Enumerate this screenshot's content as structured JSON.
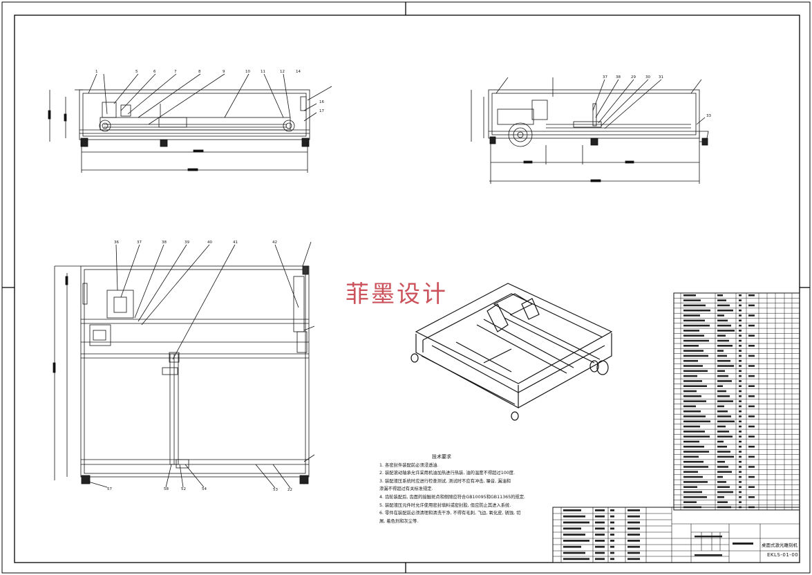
{
  "watermark": {
    "text": "菲墨设计",
    "color": "#c2343f"
  },
  "balloons": {
    "front": [
      "1",
      "5",
      "6",
      "7",
      "8",
      "9",
      "10",
      "11",
      "12",
      "14",
      "16",
      "17"
    ],
    "side": [
      "37",
      "38",
      "29",
      "30",
      "31",
      "33"
    ],
    "plan": [
      "36",
      "37",
      "38",
      "39",
      "40",
      "41",
      "42",
      "57",
      "58",
      "52",
      "54",
      "53",
      "22"
    ]
  },
  "tech_requirements": {
    "heading": "技术要求",
    "lines": [
      "1. 各密封件装配前必须浸透油.",
      "2. 装配滚动轴承允许采用机油加热进行热装, 油的温度不得超过100度.",
      "3. 装配液压系统时应进行检查测试, 测试时不应有冲击, 噪音, 漏油和",
      "渗漏不得超过有关标准规定.",
      "4. 齿轮装配后, 齿面的接触斑点和侧隙应符合GB10095和GB11365的规定.",
      "5. 装配液压元件时允许使用密封填料或密封胶, 但应防止其进入系统.",
      "6. 零件在装配前必须清理和清洗干净, 不得有毛刺, 飞边, 氧化皮, 锈蚀, 切",
      "屑, 着色剂和灰尘等."
    ]
  },
  "title_block": {
    "name": "桌面式激光雕刻机",
    "code": "EKLS-01-00"
  },
  "bom": {
    "rows": 43,
    "codes": [
      "GB/T 5783-2000",
      "GB/T 41-2000",
      "GB/T 97.1-2002",
      "GB/T 70.1-2008",
      "GB/T 5783-2000",
      "GB/T 6170-2000",
      "GB/T 93-1987",
      "GB/T 819.1-2000"
    ]
  },
  "colors": {
    "line": "#111111",
    "frame": "#000000"
  }
}
